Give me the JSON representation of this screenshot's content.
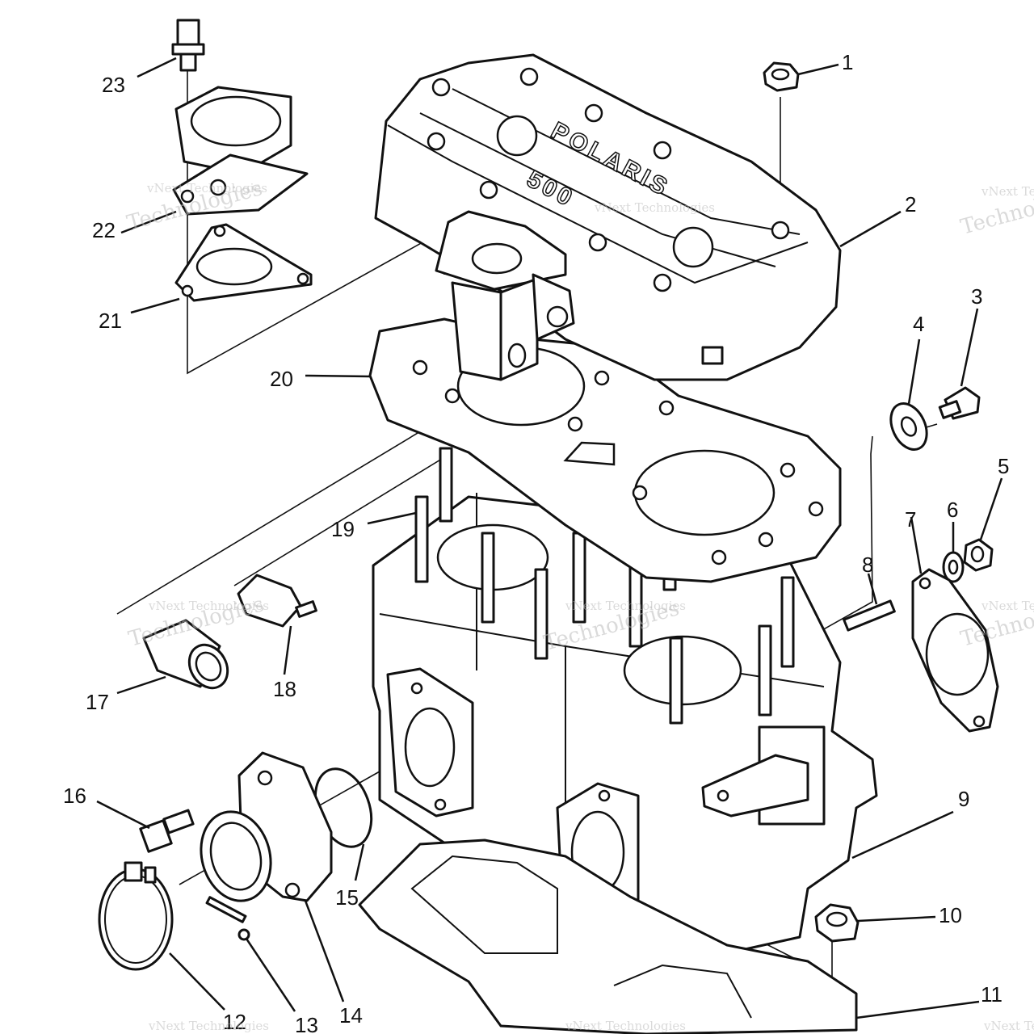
{
  "diagram": {
    "head_brand": "POLARIS",
    "head_displacement": "500",
    "callouts": [
      "1",
      "2",
      "3",
      "4",
      "5",
      "6",
      "7",
      "8",
      "9",
      "10",
      "11",
      "12",
      "13",
      "14",
      "15",
      "16",
      "17",
      "18",
      "19",
      "20",
      "21",
      "22",
      "23"
    ],
    "watermark": {
      "line1": "vNext Technologies",
      "line2": "Technologies"
    }
  }
}
